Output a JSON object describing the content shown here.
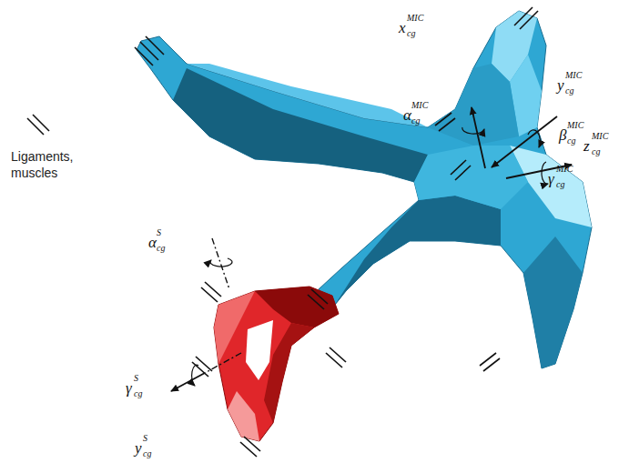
{
  "diagram": {
    "labels": [
      "x",
      "cg",
      "MIC",
      "α",
      "cg",
      "MIC",
      "y",
      "cg",
      "MIC",
      "β",
      "cg",
      "MIC",
      "z",
      "cg",
      "MIC",
      "γ",
      "cg",
      "MIC",
      "α",
      "cg",
      "S",
      "γ",
      "cg",
      "S",
      "y",
      "cg",
      "S"
    ],
    "legend": [
      {
        "text": "Ligaments, muscles"
      }
    ]
  }
}
